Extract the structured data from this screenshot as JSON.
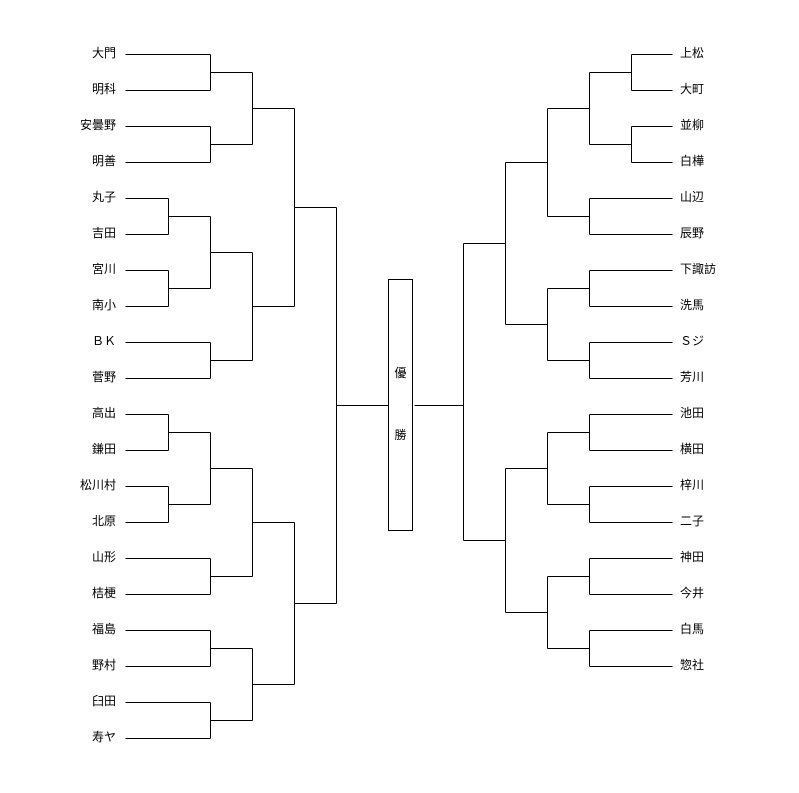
{
  "left_teams": [
    "大門",
    "明科",
    "安曇野",
    "明善",
    "丸子",
    "吉田",
    "宮川",
    "南小",
    "ＢＫ",
    "菅野",
    "高出",
    "鎌田",
    "松川村",
    "北原",
    "山形",
    "桔梗",
    "福島",
    "野村",
    "臼田",
    "寿ヤ"
  ],
  "right_teams": [
    "上松",
    "大町",
    "並柳",
    "白樺",
    "山辺",
    "辰野",
    "下諏訪",
    "洗馬",
    "Ｓジ",
    "芳川",
    "池田",
    "横田",
    "梓川",
    "二子",
    "神田",
    "今井",
    "白馬",
    "惣社"
  ],
  "final": {
    "char1": "優",
    "char2": "勝"
  }
}
